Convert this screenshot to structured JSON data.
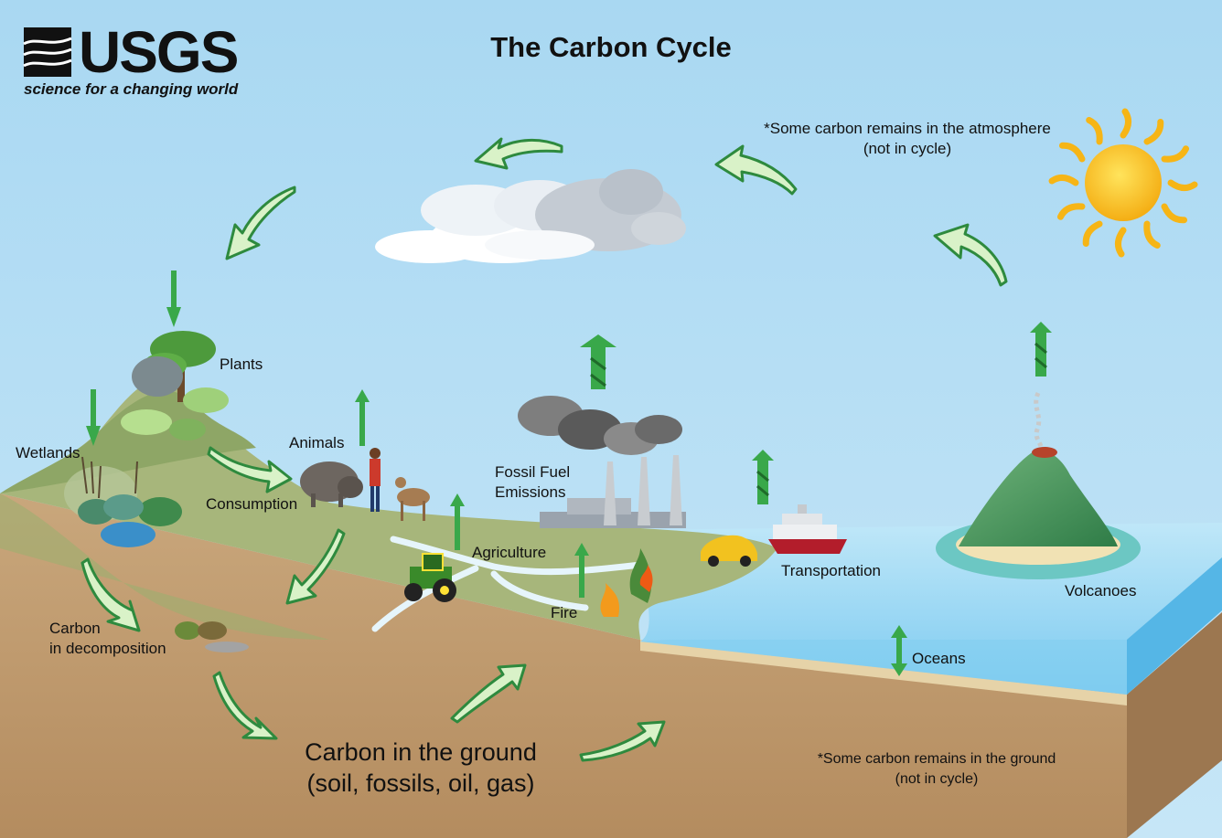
{
  "logo": {
    "name": "USGS",
    "tagline": "science for a changing world"
  },
  "title": "The Carbon Cycle",
  "notes": {
    "atmosphere": [
      "*Some carbon remains in the atmosphere",
      "(not in cycle)"
    ],
    "ground": [
      "*Some carbon remains in the ground",
      "(not in cycle)"
    ]
  },
  "labels": {
    "plants": "Plants",
    "wetlands": "Wetlands",
    "animals": "Animals",
    "consumption": "Consumption",
    "fossil_fuel": [
      "Fossil Fuel",
      "Emissions"
    ],
    "agriculture": "Agriculture",
    "fire": "Fire",
    "transportation": "Transportation",
    "volcanoes": "Volcanoes",
    "oceans": "Oceans",
    "decomposition": [
      "Carbon",
      "in decomposition"
    ]
  },
  "ground_label": [
    "Carbon in the ground",
    "(soil, fossils, oil, gas)"
  ],
  "colors": {
    "sky": "#b7ddf3",
    "land": "#a8b57c",
    "soil": "#c29e72",
    "ocean": "#8fd0ef",
    "arrow_fill": "#d9f2c8",
    "arrow_stroke": "#2e8a3e",
    "sun": "#f7c21b"
  }
}
